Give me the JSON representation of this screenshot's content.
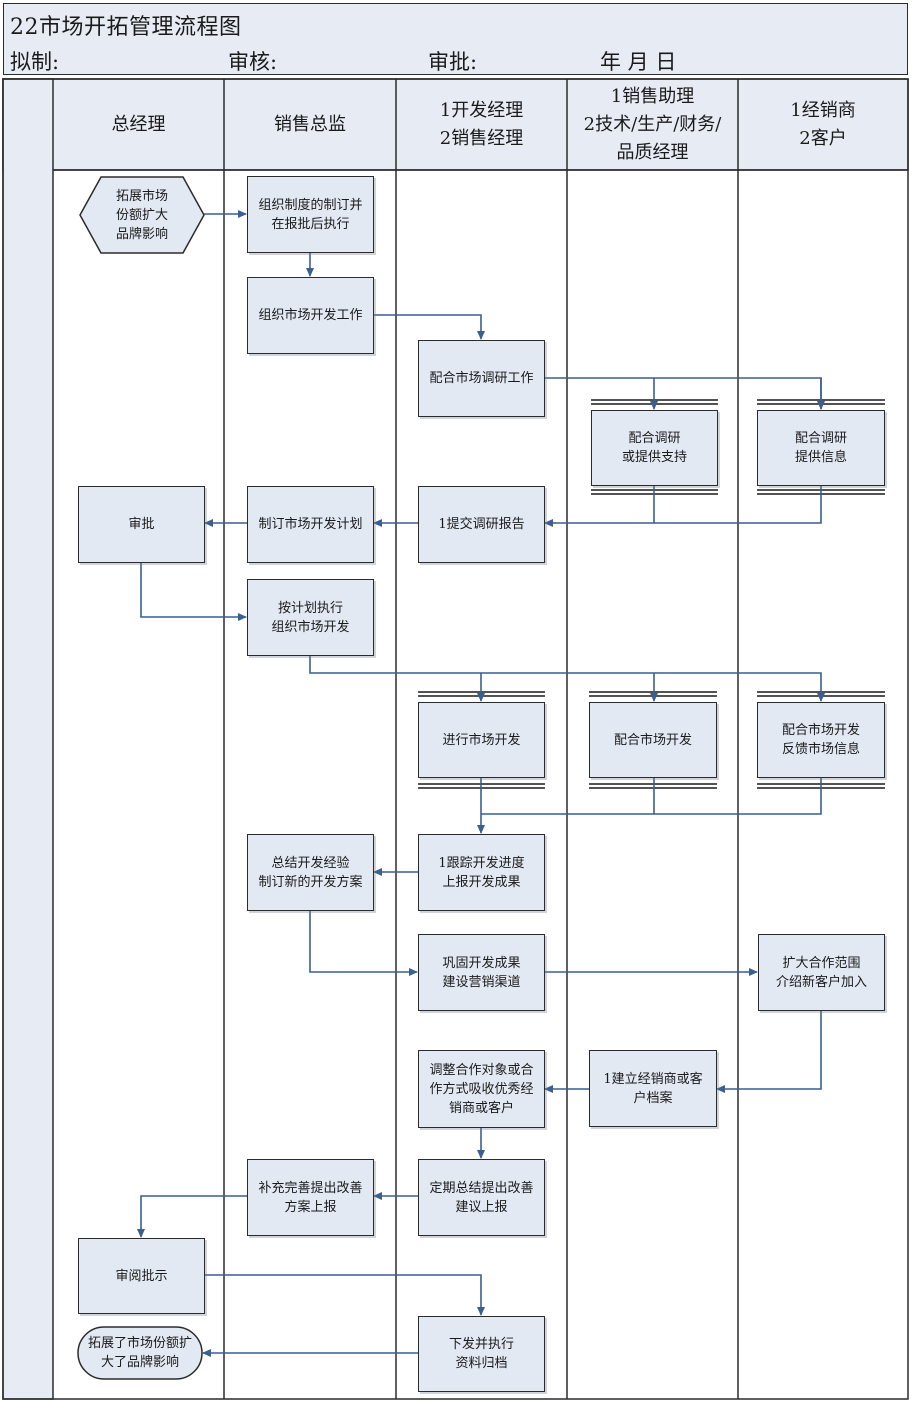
{
  "header": {
    "title": "22市场开拓管理流程图",
    "drafted_label": "拟制:",
    "reviewed_label": "审核:",
    "approved_label": "审批:",
    "date_label": "年   月   日"
  },
  "lanes": [
    {
      "label": "总经理"
    },
    {
      "label": "销售总监"
    },
    {
      "label": "1开发经理\n2销售经理"
    },
    {
      "label": "1销售助理\n2技术/生产/财务/\n品质经理"
    },
    {
      "label": "1经销商\n2客户"
    }
  ],
  "nodes": {
    "expand_share": "拓展市场\n份额扩大\n品牌影响",
    "org_rules": "组织制度的制订并\n在报批后执行",
    "org_market_dev": "组织市场开发工作",
    "assist_research": "配合市场调研工作",
    "support_research": "配合调研\n或提供支持",
    "provide_info": "配合调研\n提供信息",
    "approve": "审批",
    "make_plan": "制订市场开发计划",
    "submit_report": "1提交调研报告",
    "execute_plan": "按计划执行\n组织市场开发",
    "do_market_dev": "进行市场开发",
    "assist_market_dev": "配合市场开发",
    "feedback_info": "配合市场开发\n反馈市场信息",
    "summarize": "总结开发经验\n制订新的开发方案",
    "track_progress": "1跟踪开发进度\n上报开发成果",
    "consolidate": "巩固开发成果\n建设营销渠道",
    "expand_coop": "扩大合作范围\n介绍新客户加入",
    "adjust_partners": "调整合作对象或合\n作方式吸收优秀经\n销商或客户",
    "build_files": "1建立经销商或客\n户档案",
    "improve_plan": "补充完善提出改善\n方案上报",
    "periodic_summary": "定期总结提出改善\n建议上报",
    "review_approve": "审阅批示",
    "issue_archive": "下发并执行\n资料归档",
    "result": "拓展了市场份额扩\n大了品牌影响"
  },
  "colors": {
    "node_fill": "#e3e9f3",
    "header_fill": "#e7ecf4",
    "arrow": "#3b5f8f",
    "border": "#2b2b2b"
  }
}
